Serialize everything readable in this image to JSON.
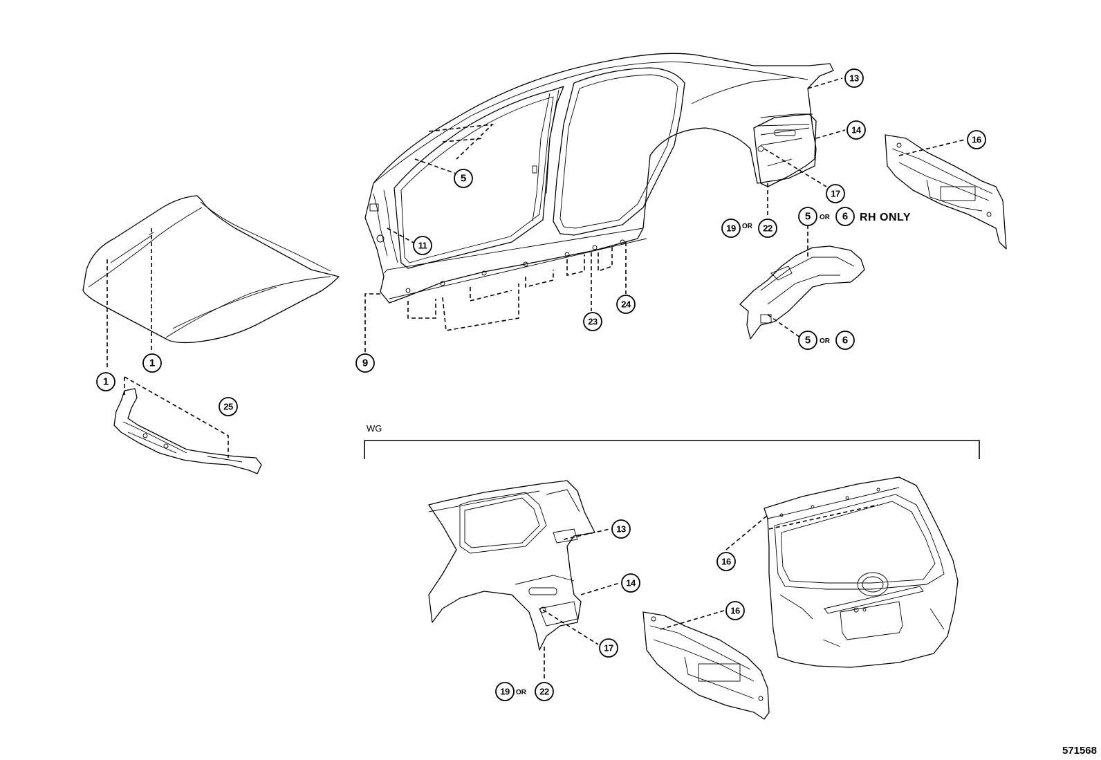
{
  "diagram": {
    "callouts": {
      "hood_1a": "1",
      "hood_1b": "1",
      "radiator_25": "25",
      "side_5": "5",
      "side_11": "11",
      "side_9": "9",
      "side_23": "23",
      "side_24": "24",
      "side_13": "13",
      "side_14": "14",
      "side_17": "17",
      "side_19": "19",
      "side_22": "22",
      "back_16": "16",
      "wheelhouse_5a": "5",
      "wheelhouse_6a": "6",
      "wheelhouse_5b": "5",
      "wheelhouse_6b": "6",
      "wg_13": "13",
      "wg_14": "14",
      "wg_17": "17",
      "wg_19": "19",
      "wg_22": "22",
      "wg_16a": "16",
      "wg_16b": "16"
    },
    "or_text": "OR",
    "rh_only_note": "RH ONLY",
    "wg_label": "WG",
    "illustration_code": "571568"
  }
}
